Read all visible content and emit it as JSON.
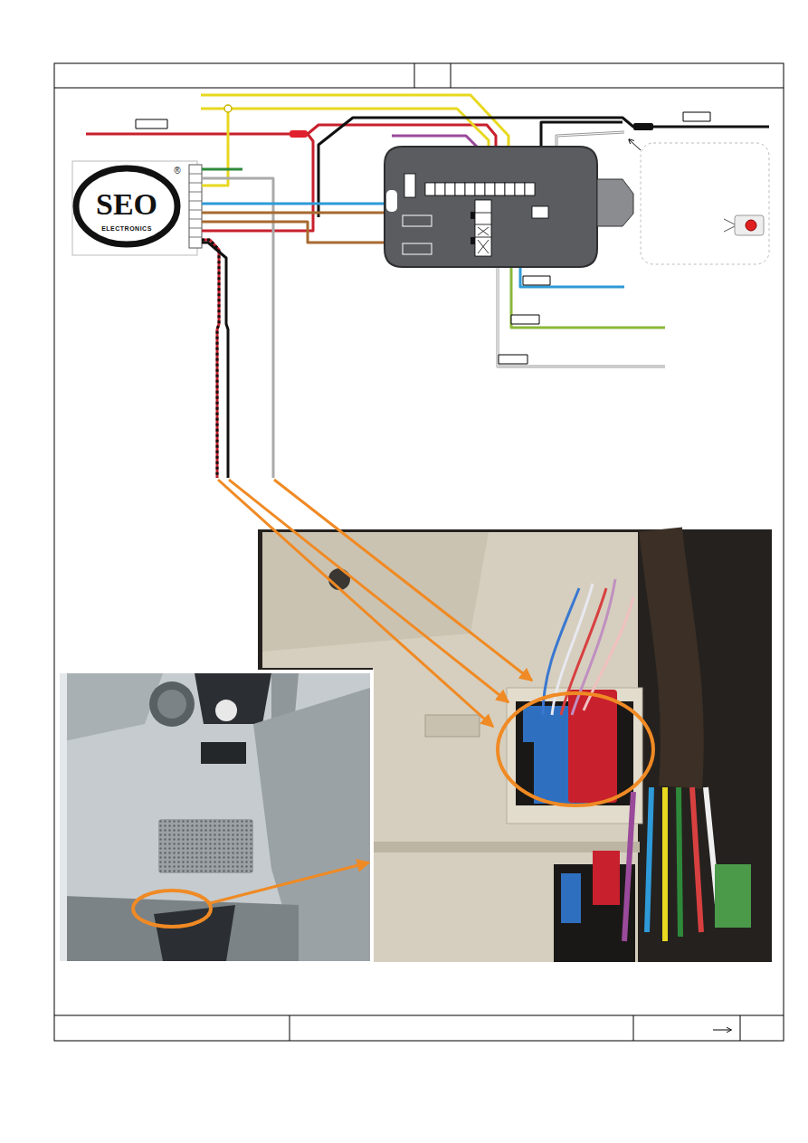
{
  "diagram": {
    "nodes": [
      {
        "text": [
          "SEO",
          "®",
          "ELECTRONICS"
        ]
      }
    ]
  }
}
